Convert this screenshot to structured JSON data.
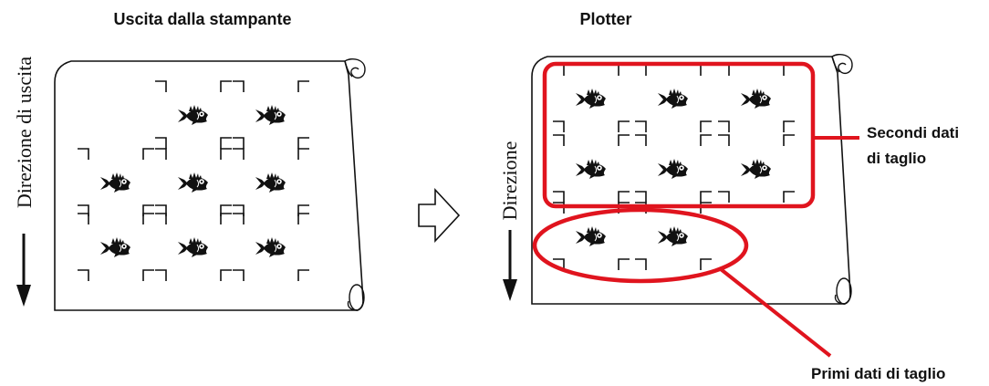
{
  "left_panel": {
    "title": "Uscita dalla stampante",
    "direction_label": "Direzione di uscita",
    "fish_rows": [
      [
        0,
        1,
        1
      ],
      [
        1,
        1,
        1
      ],
      [
        1,
        1,
        1
      ]
    ]
  },
  "right_panel": {
    "title": "Plotter",
    "direction_label": "Direzione",
    "fish_rows": [
      [
        1,
        1,
        1
      ],
      [
        1,
        1,
        1
      ],
      [
        1,
        1,
        0
      ]
    ],
    "callout_second_line1": "Secondi dati",
    "callout_second_line2": "di taglio",
    "callout_first": "Primi dati di taglio"
  },
  "arrow_icon": "hollow-right-arrow-icon",
  "colors": {
    "highlight": "#e0141e",
    "ink": "#111111"
  }
}
